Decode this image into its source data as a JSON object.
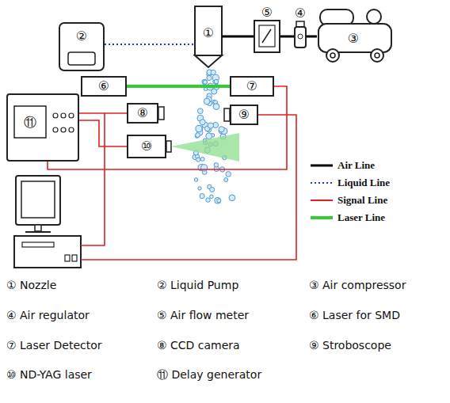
{
  "diagram": {
    "nodes": [
      {
        "text": [
          "①"
        ]
      },
      {
        "text": [
          "②"
        ]
      },
      {
        "text": [
          "③"
        ]
      },
      {
        "text": [
          "④"
        ]
      },
      {
        "text": [
          "⑤"
        ]
      },
      {
        "text": [
          "⑥"
        ]
      },
      {
        "text": [
          "⑦"
        ]
      },
      {
        "text": [
          "⑧"
        ]
      },
      {
        "text": [
          "⑨"
        ]
      },
      {
        "text": [
          "⑩"
        ]
      },
      {
        "text": [
          "⑪"
        ]
      }
    ],
    "edges": [
      {
        "from": 1,
        "to": 0,
        "arrow": "none"
      },
      {
        "from": 0,
        "to": 4,
        "arrow": "none"
      },
      {
        "from": 4,
        "to": 3,
        "arrow": "none"
      },
      {
        "from": 3,
        "to": 2,
        "arrow": "none"
      },
      {
        "from": 5,
        "to": 6,
        "arrow": "none"
      },
      {
        "from": 10,
        "to": 7,
        "arrow": "none"
      },
      {
        "from": 10,
        "to": 9,
        "arrow": "none"
      },
      {
        "from": 10,
        "to": 6,
        "arrow": "none"
      }
    ],
    "labels": [
      "① Nozzle",
      "② Liquid Pump",
      "③ Air compressor",
      "④ Air regulator",
      "⑤ Air flow meter",
      "⑥ Laser for SMD",
      "⑦ Laser Detector",
      "⑧ CCD camera",
      "⑨ Stroboscope",
      "⑩ ND-YAG laser",
      "⑪ Delay generator"
    ],
    "legend": [
      {
        "text": "Air Line"
      },
      {
        "text": "Liquid Line"
      },
      {
        "text": "Signal Line"
      },
      {
        "text": "Laser Line"
      }
    ]
  }
}
